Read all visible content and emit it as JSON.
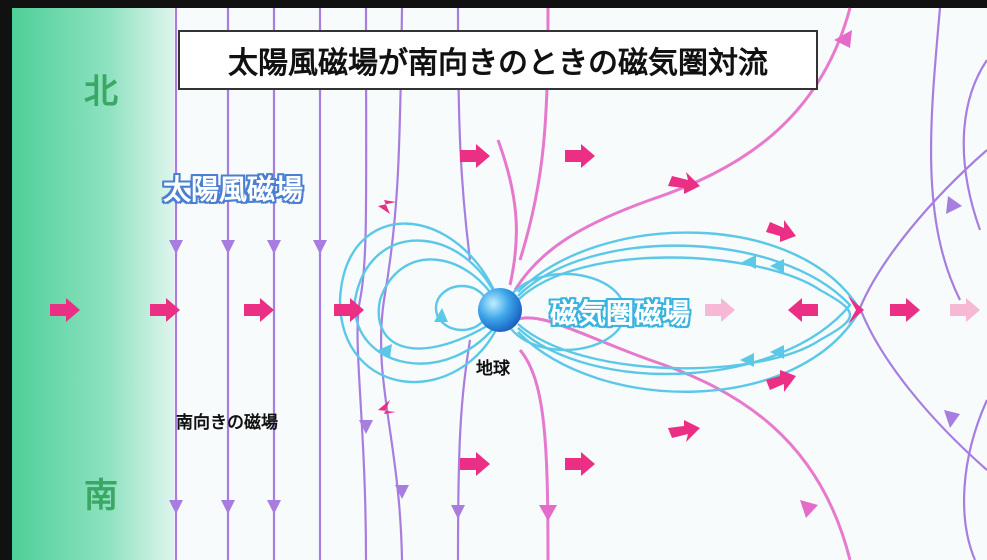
{
  "title": "太陽風磁場が南向きのときの磁気圏対流",
  "labels": {
    "north": "北",
    "south": "南",
    "solar_wind_field": "太陽風磁場",
    "magnetosphere_field": "磁気圏磁場",
    "earth": "地球",
    "southward_field": "南向きの磁場"
  },
  "colors": {
    "left_band": "#5fd6a0",
    "solar_field_line": "#a77de0",
    "reconnected_line": "#e56bc8",
    "magnetosphere_line": "#5cc8e8",
    "flow_arrow": "#ea2f84",
    "earth": "#2f8fe0",
    "background": "#f7fbfc"
  }
}
